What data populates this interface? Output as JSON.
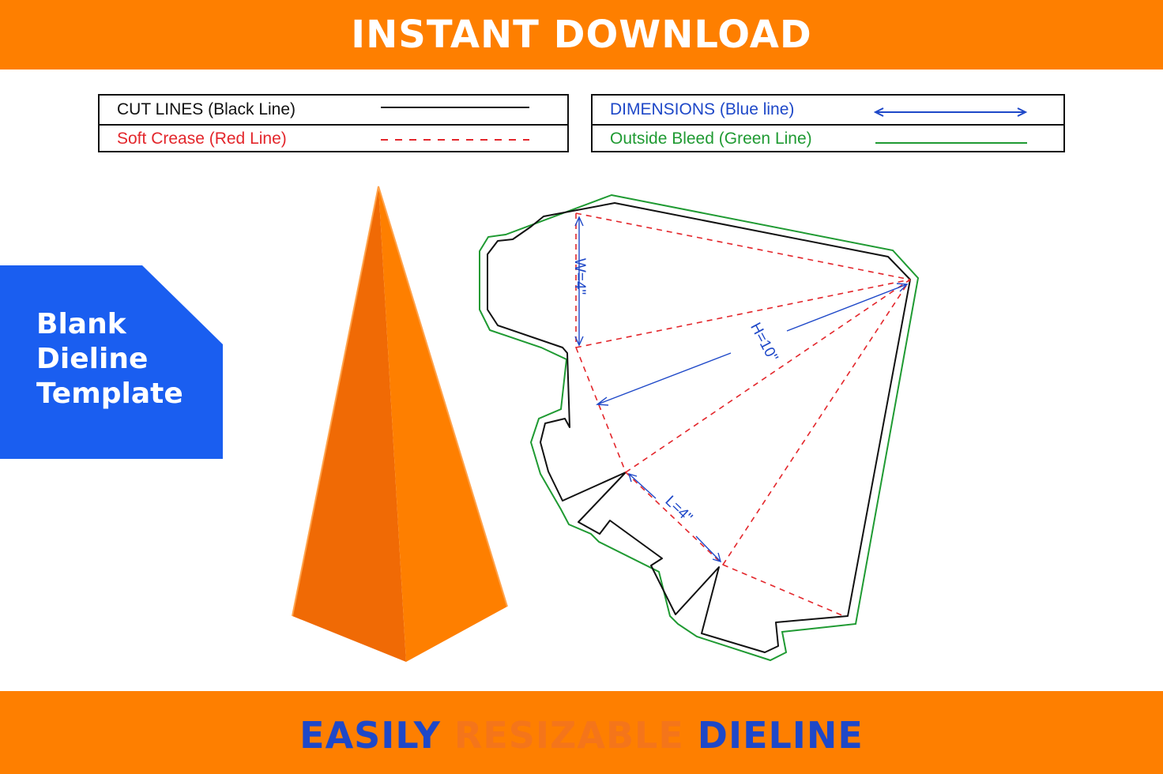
{
  "header": {
    "title": "INSTANT DOWNLOAD"
  },
  "legend": {
    "cut": {
      "label": "CUT LINES (Black Line)",
      "color": "#111111"
    },
    "crease": {
      "label": "Soft Crease (Red Line)",
      "color": "#e3262b"
    },
    "dimensions": {
      "label": "DIMENSIONS (Blue line)",
      "color": "#1e48c8"
    },
    "bleed": {
      "label": "Outside Bleed (Green Line)",
      "color": "#1f9a32"
    }
  },
  "badge": {
    "line1": "Blank",
    "line2": "Dieline",
    "line3": "Template"
  },
  "dieline": {
    "width_label": "W=4\"",
    "height_label": "H=10\"",
    "length_label": "L=4\""
  },
  "footer": {
    "word1": "EASILY",
    "word2": "RESIZABLE",
    "word3": "DIELINE"
  },
  "colors": {
    "banner": "#fe7f00",
    "badge": "#1a5ef0",
    "pyramid_light": "#fe7f00",
    "pyramid_dark": "#f06a05"
  }
}
